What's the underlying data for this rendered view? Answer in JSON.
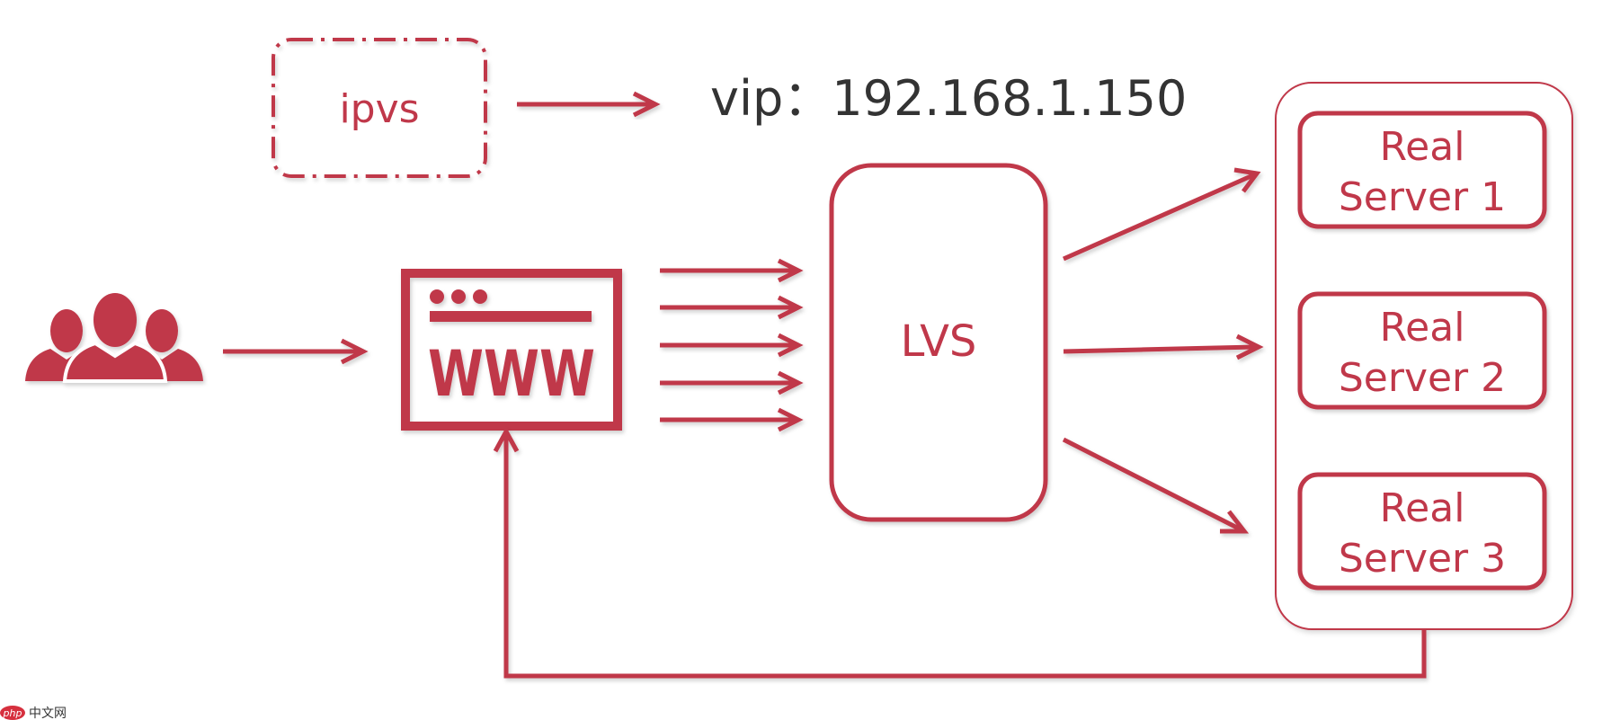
{
  "ipvs": {
    "label": "ipvs"
  },
  "vip": {
    "label": "vip：192.168.1.150"
  },
  "www": {
    "label": "WWW"
  },
  "lvs": {
    "label": "LVS"
  },
  "servers": [
    {
      "line1": "Real",
      "line2": "Server 1"
    },
    {
      "line1": "Real",
      "line2": "Server 2"
    },
    {
      "line1": "Real",
      "line2": "Server 3"
    }
  ],
  "watermark": {
    "logo": "php",
    "text": "中文网"
  },
  "colors": {
    "accent": "#c0384a",
    "text": "#333333",
    "background": "#ffffff"
  },
  "icons": {
    "users": "users-group-icon",
    "browser": "browser-window-icon"
  }
}
